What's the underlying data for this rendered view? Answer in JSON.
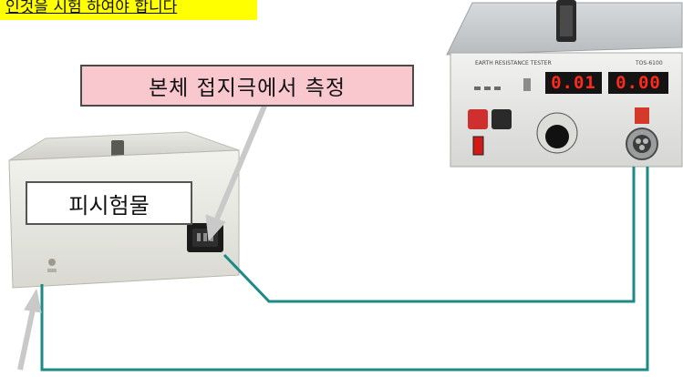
{
  "top_banner": {
    "text": "인것을 시험 하여야 합니다"
  },
  "callout": {
    "text": "본체 접지극에서 측정"
  },
  "dut": {
    "label": "피시험물"
  },
  "tester": {
    "title": "EARTH RESISTANCE TESTER",
    "model": "TOS-6100",
    "display_left": "0.01",
    "display_right": "0.00"
  },
  "colors": {
    "wire": "#1e8a85",
    "banner": "#ffff00",
    "callout_bg": "#f9c8cf",
    "arrow": "#c9c9c9",
    "digit": "#ff2a1a"
  }
}
